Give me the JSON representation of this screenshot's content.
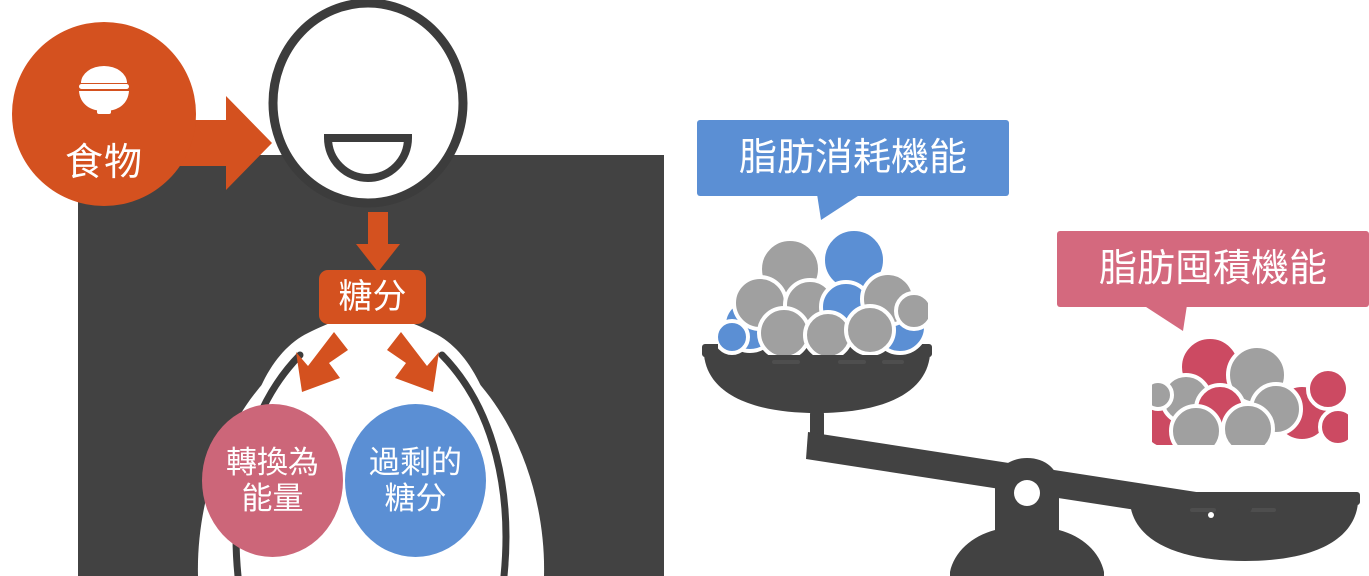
{
  "diagram": {
    "title_text_absent": true,
    "left_panel": {
      "name": "body-sugar-metabolism",
      "food_circle": {
        "label": "食物",
        "icon": "rice-bowl-icon",
        "color": "#d4511f"
      },
      "food_arrow": {
        "icon": "arrow-right-icon",
        "color": "#d4511f"
      },
      "sugar_box": {
        "label": "糖分",
        "color": "#d4511f"
      },
      "arrow_down": {
        "icon": "arrow-down-icon",
        "color": "#d4511f"
      },
      "arrow_split_left": {
        "icon": "arrow-down-left-icon",
        "color": "#d4511f"
      },
      "arrow_split_right": {
        "icon": "arrow-down-right-icon",
        "color": "#d4511f"
      },
      "outcome_circles": [
        {
          "name": "converted-to-energy",
          "line1": "轉換為",
          "line2": "能量",
          "color": "#cc6679"
        },
        {
          "name": "excess-sugar",
          "line1": "過剩的",
          "line2": "糖分",
          "color": "#5b8fd4"
        }
      ],
      "body_silhouette": {
        "icon": "person-torso-icon",
        "background_color": "#424242",
        "fill_color": "#ffffff",
        "outline_color": "#3c3c3c"
      }
    },
    "right_panel": {
      "name": "fat-balance-scale",
      "callouts": [
        {
          "name": "fat-burning-function",
          "label": "脂肪消耗機能",
          "color": "#5b8fd4",
          "points_to": "left-pan"
        },
        {
          "name": "fat-storage-function",
          "label": "脂肪囤積機能",
          "color": "#d4697e",
          "points_to": "right-pan"
        }
      ],
      "scale": {
        "icon": "balance-scale-icon",
        "color": "#424242",
        "tilt": "right-side-down",
        "left_pan": {
          "name": "left-pan-balls",
          "accent_color": "#5b8fd4",
          "neutral_color": "#a0a0a0",
          "ball_count": 13
        },
        "right_pan": {
          "name": "right-pan-balls",
          "accent_color": "#cc4a62",
          "neutral_color": "#a0a0a0",
          "ball_count": 12
        }
      }
    }
  },
  "colors": {
    "orange": "#d4511f",
    "pink": "#cc6679",
    "pink_callout": "#d4697e",
    "blue": "#5b8fd4",
    "dark_gray": "#424242",
    "neutral_gray": "#a0a0a0",
    "white": "#ffffff"
  }
}
